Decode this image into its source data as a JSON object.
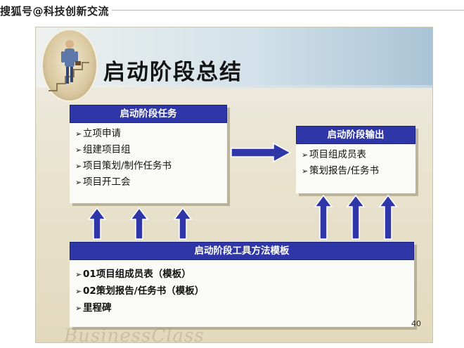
{
  "watermark": {
    "text": "搜狐号@科技创新交流"
  },
  "slide": {
    "title": "启动阶段总结",
    "page_number": "40",
    "footer_script": "BusinessClass",
    "logo_icon": "businessman-on-stairs-icon",
    "colors": {
      "header_blue": "#2f36a8",
      "arrow_blue": "#2f36a8"
    }
  },
  "tasks_box": {
    "header": "启动阶段任务",
    "items": [
      "立项申请",
      "组建项目组",
      "项目策划/制作任务书",
      "项目开工会"
    ]
  },
  "output_box": {
    "header": "启动阶段输出",
    "items": [
      "项目组成员表",
      "策划报告/任务书"
    ]
  },
  "tools_box": {
    "header": "启动阶段工具方法模板",
    "items": [
      "01项目组成员表（模板）",
      "02策划报告/任务书（模板）",
      "里程碑"
    ]
  }
}
